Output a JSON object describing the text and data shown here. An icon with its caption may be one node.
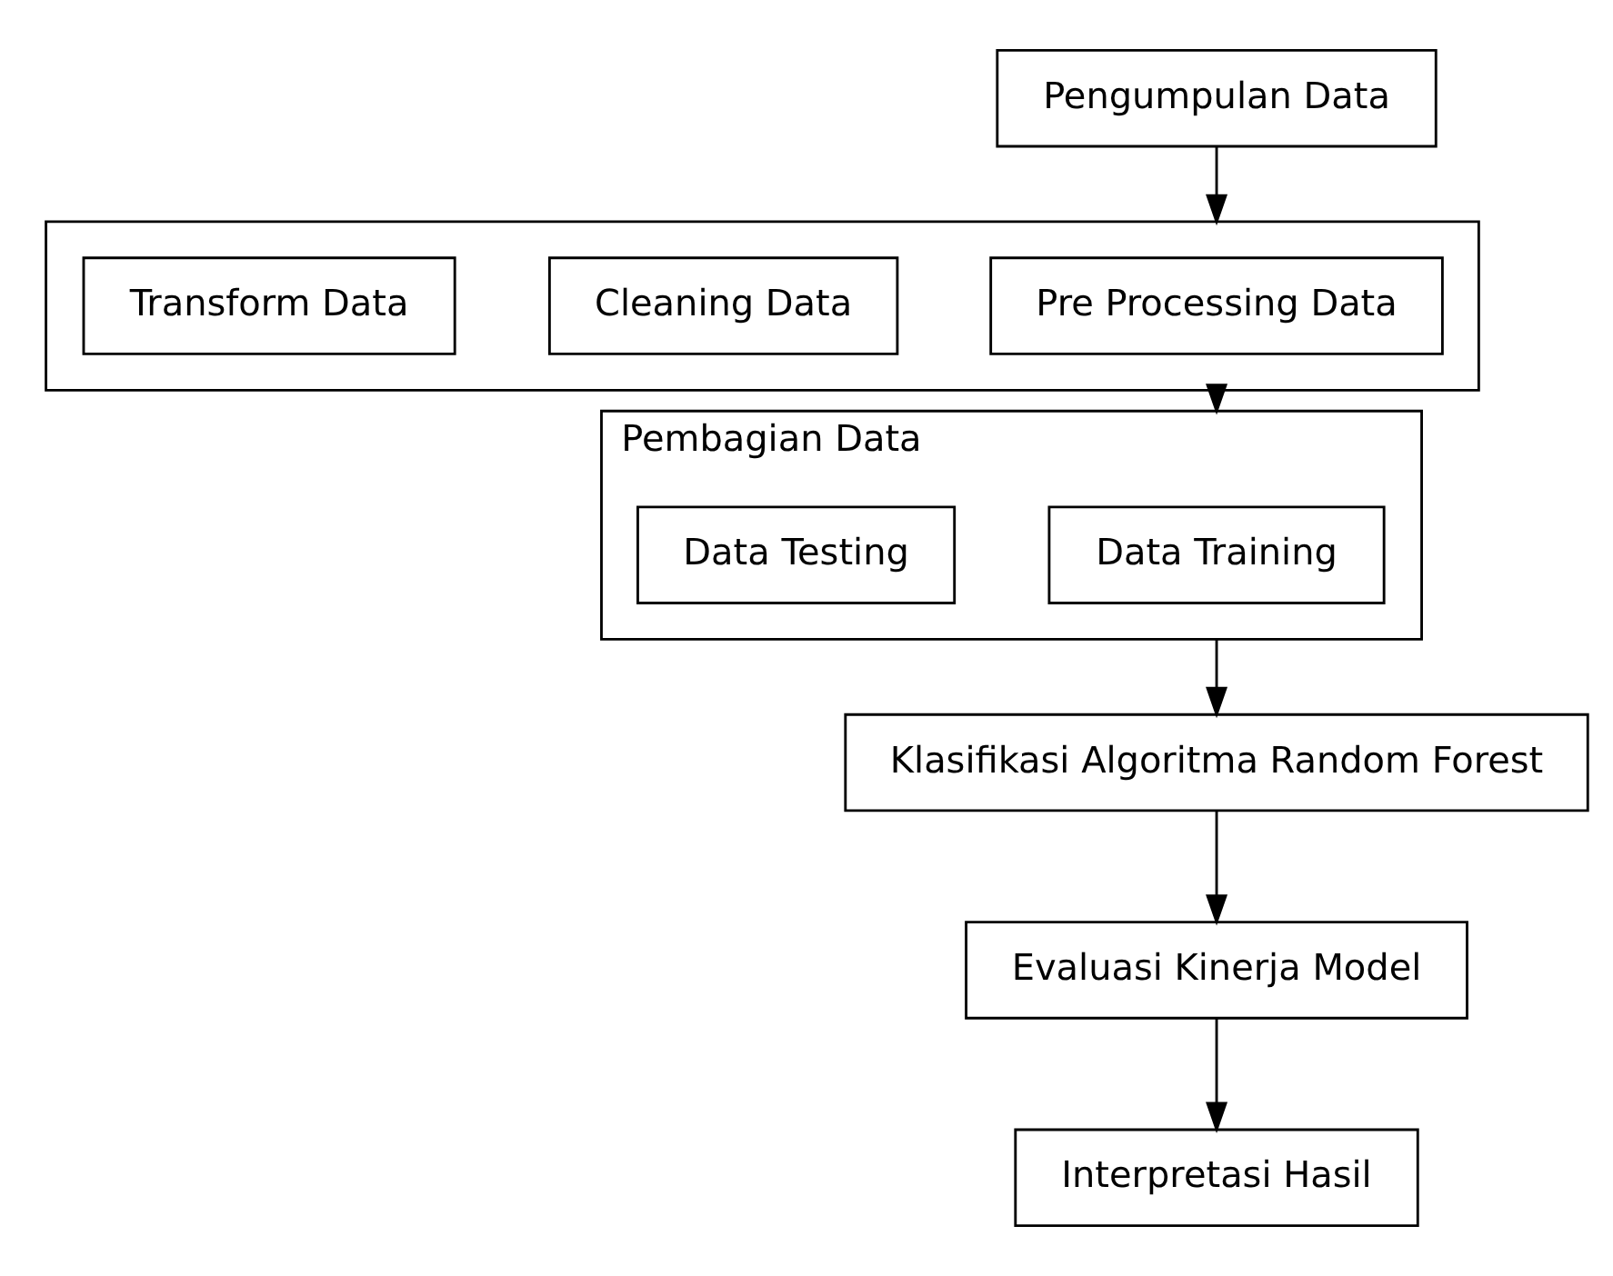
{
  "diagram": {
    "nodes": [
      {
        "text": [
          "Pengumpulan Data"
        ]
      },
      {
        "text": [],
        "shape": "box"
      },
      {
        "text": [
          "Pre Processing Data"
        ],
        "in": 1
      },
      {
        "text": [
          "Cleaning Data"
        ],
        "in": 1
      },
      {
        "text": [
          "Transform Data"
        ],
        "in": 1
      },
      {
        "text": [
          "Pembagian Data"
        ]
      },
      {
        "text": [
          "Data Training"
        ],
        "in": 5
      },
      {
        "text": [
          "Data Testing"
        ],
        "in": 5
      },
      {
        "text": [
          "Klasifikasi Algoritma Random Forest"
        ]
      },
      {
        "text": [
          "Evaluasi Kinerja Model"
        ]
      },
      {
        "text": [
          "Interpretasi Hasil"
        ]
      }
    ],
    "edges": [
      {
        "from": 0,
        "to": 1,
        "arrow": "to"
      },
      {
        "from": 1,
        "to": 5,
        "arrow": "to"
      },
      {
        "from": 5,
        "to": 8,
        "arrow": "to"
      },
      {
        "from": 8,
        "to": 9,
        "arrow": "to"
      },
      {
        "from": 9,
        "to": 10,
        "arrow": "to"
      }
    ]
  }
}
